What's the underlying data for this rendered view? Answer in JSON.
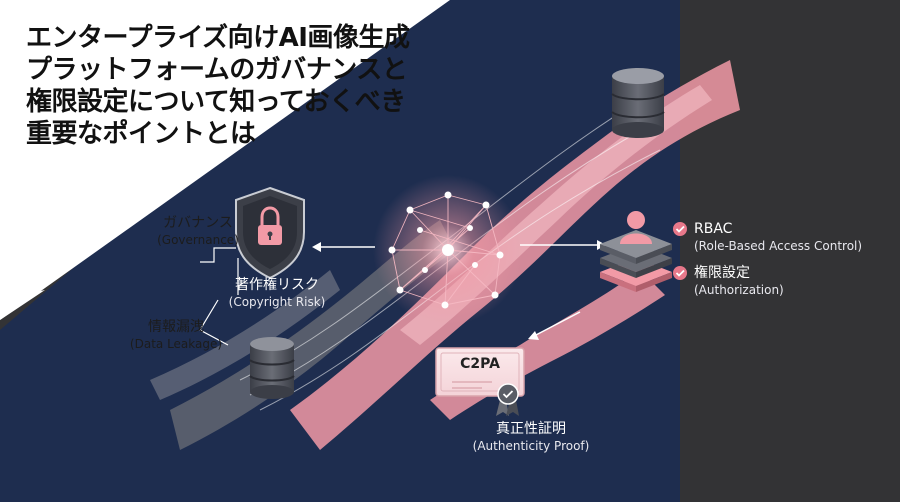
{
  "title": {
    "lines": [
      "エンタープライズ向けAI画像生成",
      "プラットフォームのガバナンスと",
      "権限設定について知っておくべき",
      "重要なポイントとは"
    ]
  },
  "nodes": {
    "governance": {
      "main": "ガバナンス",
      "sub": "(Governance)",
      "icon": "shield-lock-icon"
    },
    "copyright": {
      "main": "著作権リスク",
      "sub": "(Copyright Risk)"
    },
    "leakage": {
      "main": "情報漏洩",
      "sub": "(Data Leakage)",
      "icon": "database-icon"
    },
    "rbac": {
      "main": "RBAC",
      "sub": "(Role-Based Access Control)",
      "icon": "check-circle-icon"
    },
    "authorization": {
      "main": "権限設定",
      "sub": "(Authorization)",
      "icon": "check-circle-icon"
    },
    "c2pa": {
      "badge": "C2PA",
      "main": "真正性証明",
      "sub": "(Authenticity Proof)",
      "icon": "certificate-icon"
    },
    "hub": {
      "icon": "neural-network-icon"
    },
    "user_stack": {
      "icon": "user-layers-icon"
    },
    "top_db": {
      "icon": "database-icon"
    }
  },
  "colors": {
    "light_panel": "#ffffff",
    "navy_panel": "#1e2d4f",
    "dark_panel": "#333335",
    "accent_pink": "#f29aa6",
    "check_pink": "#e8788a",
    "slate_gray": "#5a5d66"
  }
}
